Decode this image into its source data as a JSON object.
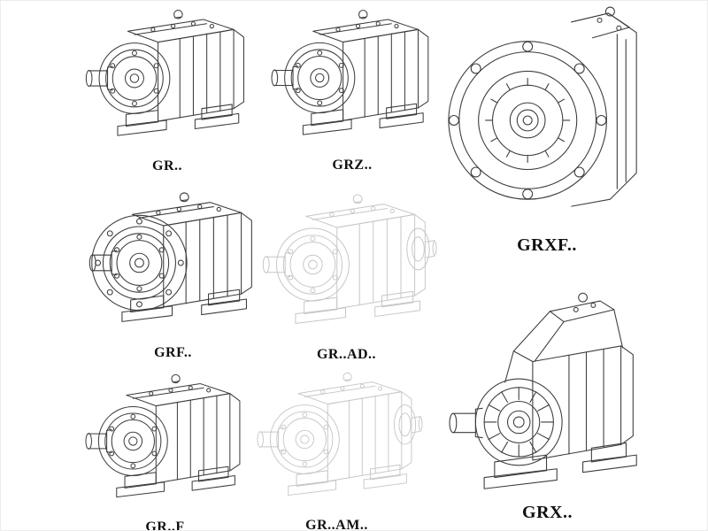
{
  "page": {
    "background": "#ffffff"
  },
  "colors": {
    "line": "#3d3d3d",
    "line_light": "#c6c6c6",
    "label": "#101010"
  },
  "items": [
    {
      "id": "gr",
      "label": "GR..",
      "variant": "inline-helical-gearbox",
      "tone": "dark"
    },
    {
      "id": "grz",
      "label": "GRZ..",
      "variant": "inline-helical-gearbox",
      "tone": "dark"
    },
    {
      "id": "grxf",
      "label": "GRXF..",
      "variant": "flange-front-gearbox",
      "tone": "dark"
    },
    {
      "id": "grf",
      "label": "GRF..",
      "variant": "flange-mounted-helical-gearbox",
      "tone": "dark"
    },
    {
      "id": "grad",
      "label": "GR..AD..",
      "variant": "gearbox-with-input-adapter",
      "tone": "light"
    },
    {
      "id": "grff",
      "label": "GR..F",
      "variant": "inline-helical-gearbox",
      "tone": "dark"
    },
    {
      "id": "gram",
      "label": "GR..AM..",
      "variant": "gearbox-with-input-adapter",
      "tone": "light"
    },
    {
      "id": "grx",
      "label": "GRX..",
      "variant": "large-helical-gearbox",
      "tone": "dark"
    }
  ]
}
